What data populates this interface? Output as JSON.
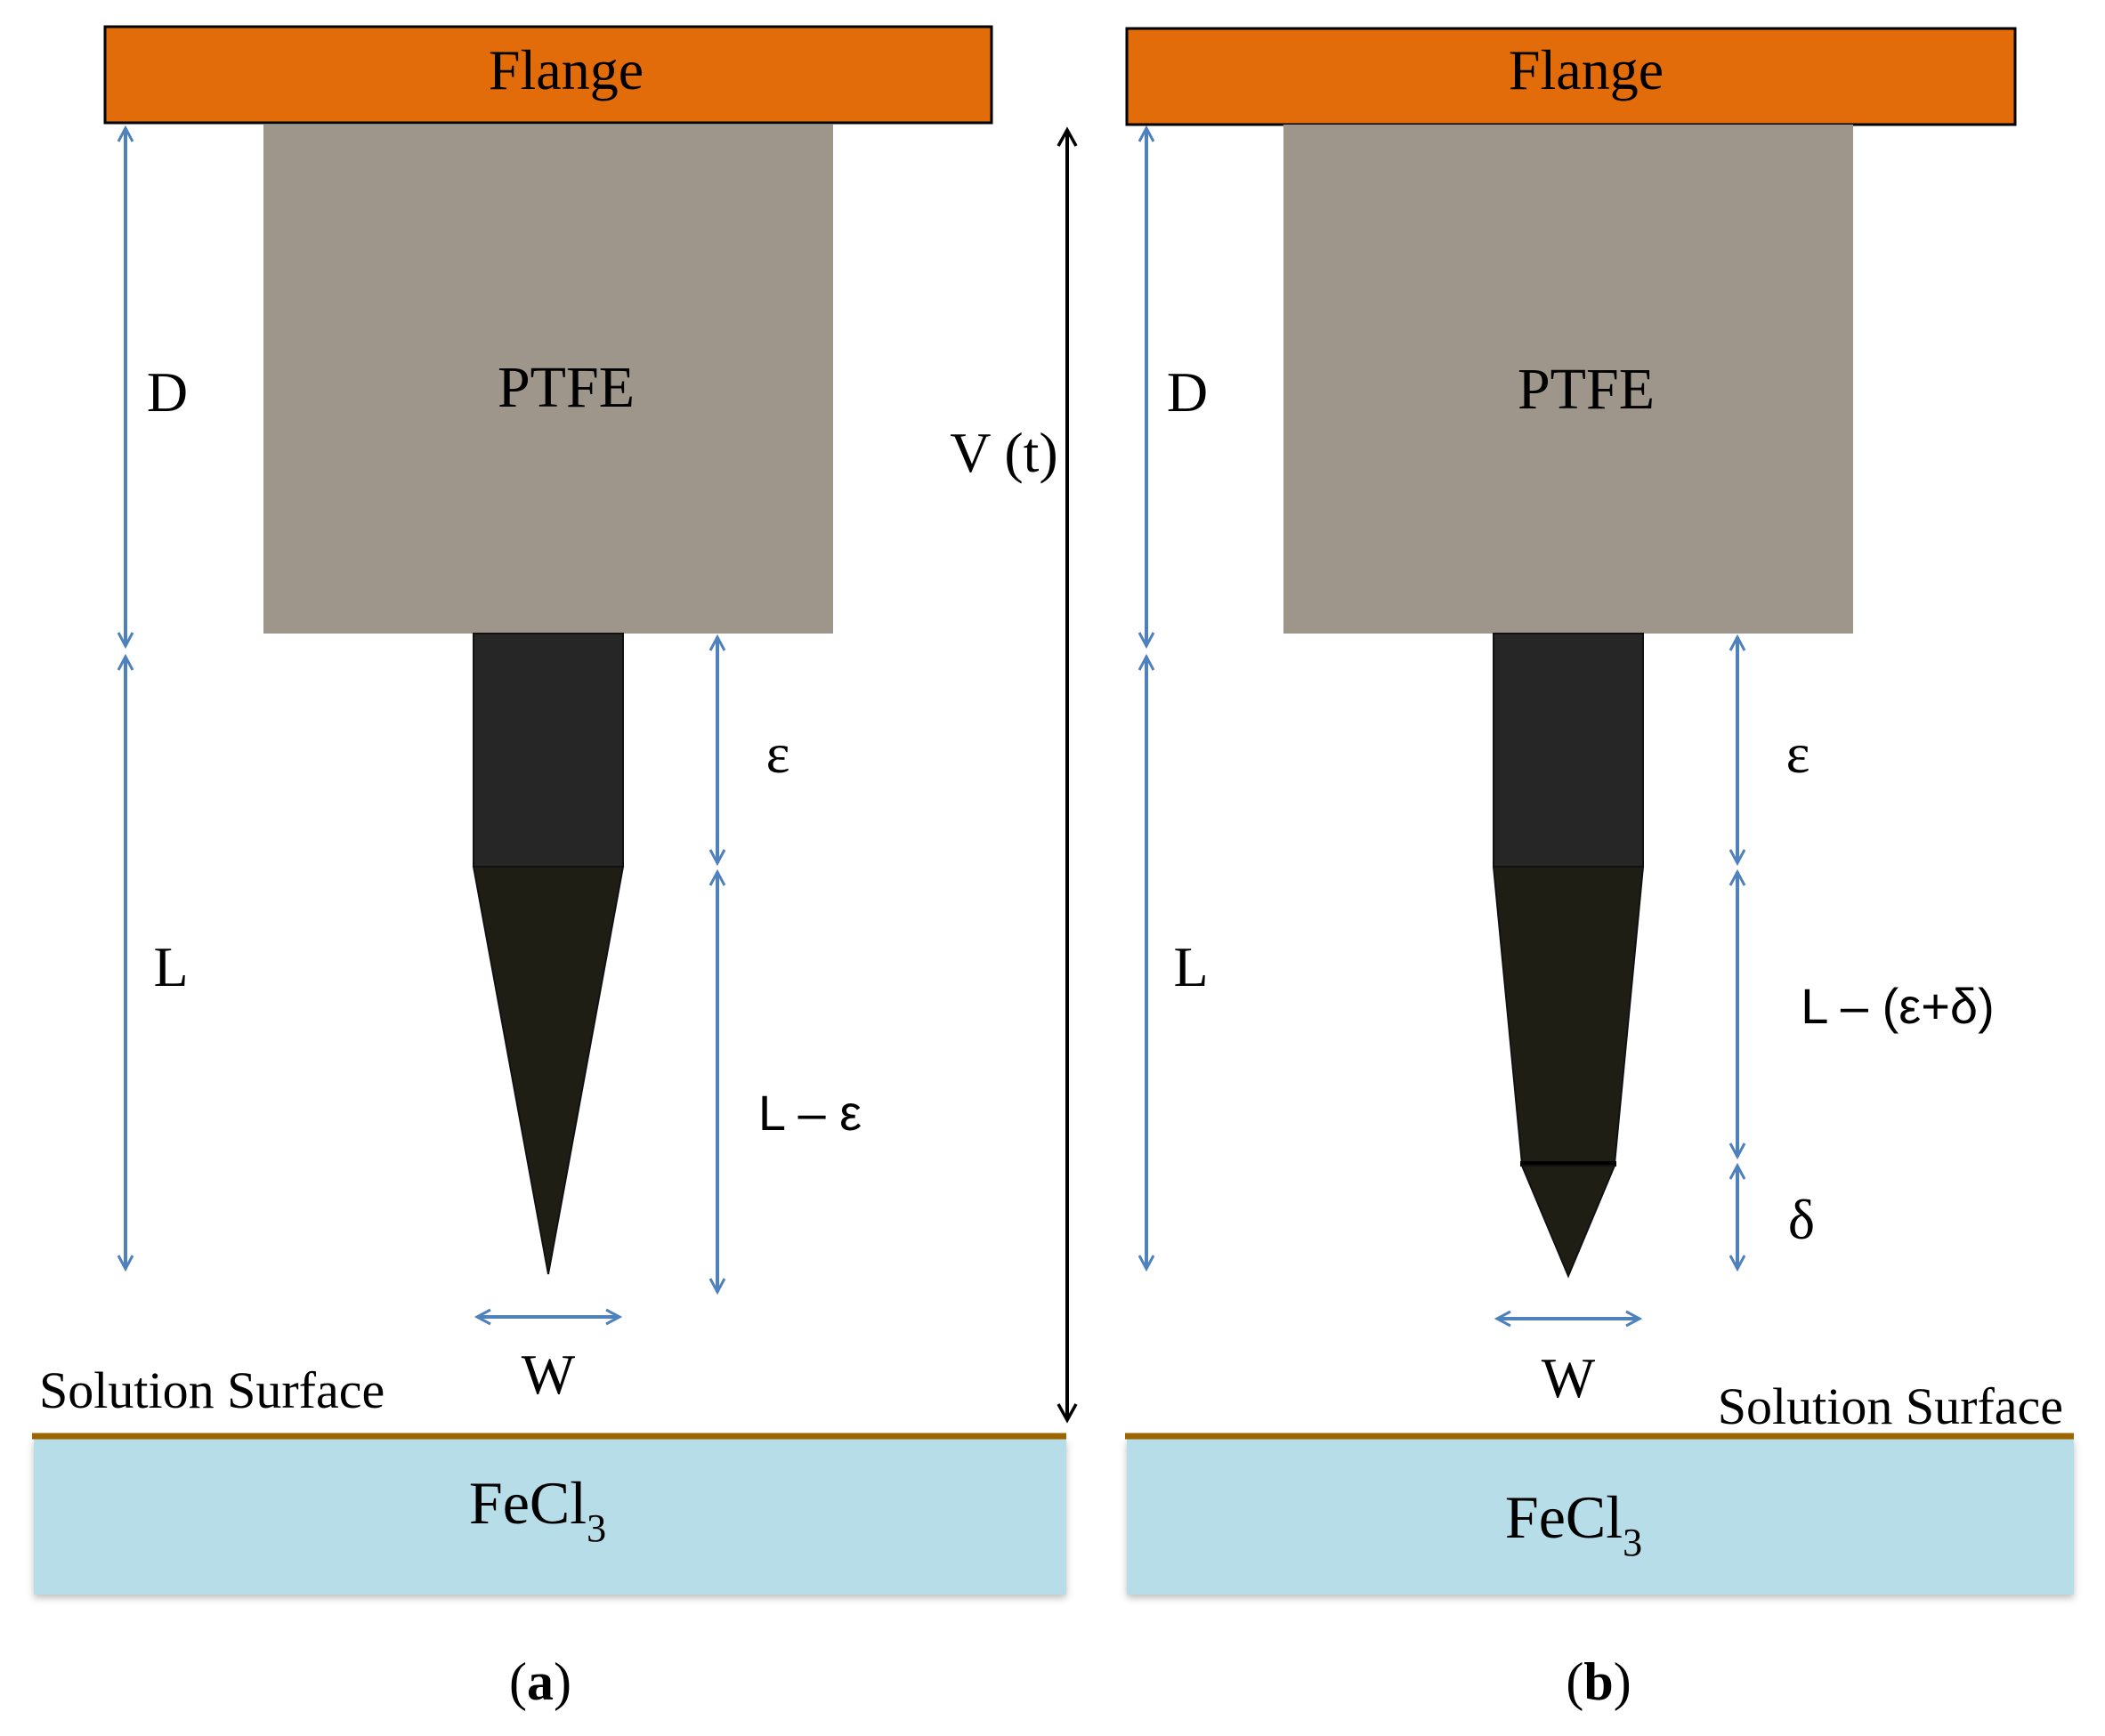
{
  "panels": [
    {
      "flange": "Flange",
      "ptfe": "PTFE",
      "d": "D",
      "l": "L",
      "epsilon": "ε",
      "l_minus_eps": "L – ε",
      "w": "W",
      "surface": "Solution Surface",
      "fecl_base": "FeCl",
      "fecl_sub": "3",
      "caption_open": "(",
      "caption_letter": "a",
      "caption_close": ")"
    },
    {
      "flange": "Flange",
      "ptfe": "PTFE",
      "d": "D",
      "l": "L",
      "epsilon": "ε",
      "l_minus": "L – (ε+δ)",
      "delta": "δ",
      "w": "W",
      "surface": "Solution Surface",
      "fecl_base": "FeCl",
      "fecl_sub": "3",
      "caption_open": "(",
      "caption_letter": "b",
      "caption_close": ")"
    }
  ],
  "v_label": "V (t)",
  "colors": {
    "flange": "#E36C0A",
    "ptfe": "#9E968A",
    "rod": "#262626",
    "tip": "#1F1E14",
    "arrow": "#4F81BD",
    "surface_line": "#9C6500",
    "solution": "#B7DDE8"
  }
}
